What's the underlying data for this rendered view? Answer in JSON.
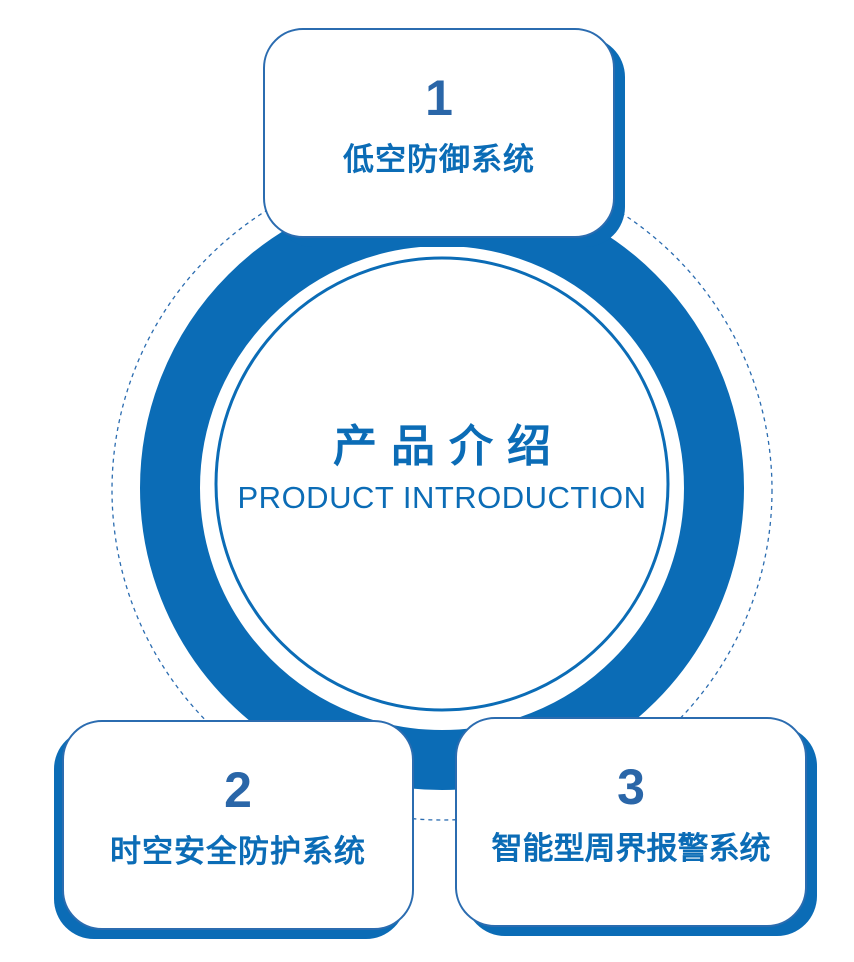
{
  "center": {
    "title_cn": "产品介绍",
    "title_en": "PRODUCT INTRODUCTION"
  },
  "items": [
    {
      "number": "1",
      "label": "低空防御系统"
    },
    {
      "number": "2",
      "label": "时空安全防护系统"
    },
    {
      "number": "3",
      "label": "智能型周界报警系统"
    }
  ],
  "colors": {
    "primary": "#0b6cb6",
    "number": "#2a66a8"
  }
}
